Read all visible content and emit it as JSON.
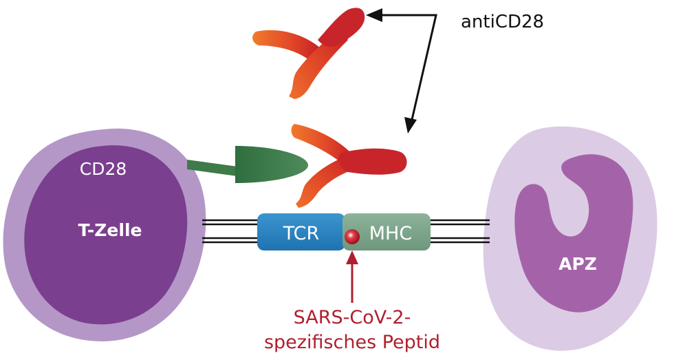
{
  "labels": {
    "antibody": "antiCD28",
    "cd28": "CD28",
    "tcell": "T-Zelle",
    "apc": "APZ",
    "tcr": "TCR",
    "mhc": "MHC",
    "peptide_line1": "SARS-CoV-2-",
    "peptide_line2": "spezifisches Peptid"
  },
  "colors": {
    "tcell_outer": "#b497c6",
    "tcell_inner": "#7b3f8f",
    "apc_outer": "#dccbe5",
    "apc_nucleus": "#a463a8",
    "antibody_red": "#c8252a",
    "antibody_orange": "#f0662a",
    "cd28_receptor": "#3e7a4a",
    "tcr": "#2c85c3",
    "mhc": "#7ea58c",
    "peptide": "#b01220",
    "peptide_text": "#b01f2e",
    "arrow": "#111111"
  }
}
